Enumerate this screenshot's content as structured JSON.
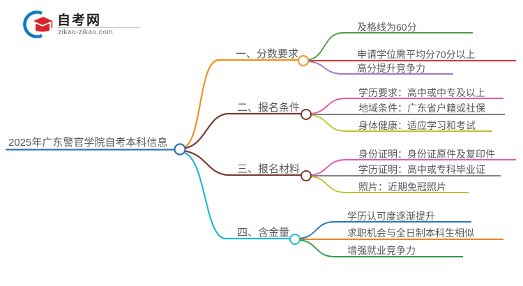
{
  "logo": {
    "name_cn": "自考网",
    "domain": "zikao-zikao.com",
    "mark_icon": "graduation-cap-logo-icon",
    "arc_color": "#0f7dc2",
    "cap_color": "#d9242a"
  },
  "mindmap": {
    "root": {
      "label": "2025年广东警官学院自考本科信息",
      "line_color": "#2e74b5",
      "node_color": "#2e74b5"
    },
    "branches": [
      {
        "label": "一、分数要求",
        "trunk_color": "#f0921e",
        "node_color": "#f0921e",
        "leaves": [
          {
            "label": "及格线为60分",
            "color": "#4a9e3f"
          },
          {
            "label": "申请学位需平均分70分以上",
            "color": "#d6393c"
          },
          {
            "label": "高分提升竞争力",
            "color": "#9b7cc8"
          }
        ]
      },
      {
        "label": "二、报名条件",
        "trunk_color": "#7a3b32",
        "node_color": "#7a3b32",
        "leaves": [
          {
            "label": "学历要求：高中或中专及以上",
            "color": "#e559ab"
          },
          {
            "label": "地域条件：广东省户籍或社保",
            "color": "#808285"
          },
          {
            "label": "身体健康：适应学习和考试",
            "color": "#c2c12a"
          }
        ]
      },
      {
        "label": "三、报名材料",
        "trunk_color": "#7a3b32",
        "node_color": "#7a3b32",
        "leaves": [
          {
            "label": "身份证明：身份证原件及复印件",
            "color": "#e559ab"
          },
          {
            "label": "学历证明：高中或专科毕业证",
            "color": "#808285"
          },
          {
            "label": "照片：近期免冠照片",
            "color": "#c2c12a"
          }
        ]
      },
      {
        "label": "四、含金量",
        "trunk_color": "#22b8d6",
        "node_color": "#22b8d6",
        "leaves": [
          {
            "label": "学历认可度逐渐提升",
            "color": "#2878bd"
          },
          {
            "label": "求职机会与全日制本科生相似",
            "color": "#f0821e"
          },
          {
            "label": "增强就业竞争力",
            "color": "#2f9e44"
          }
        ]
      }
    ]
  }
}
